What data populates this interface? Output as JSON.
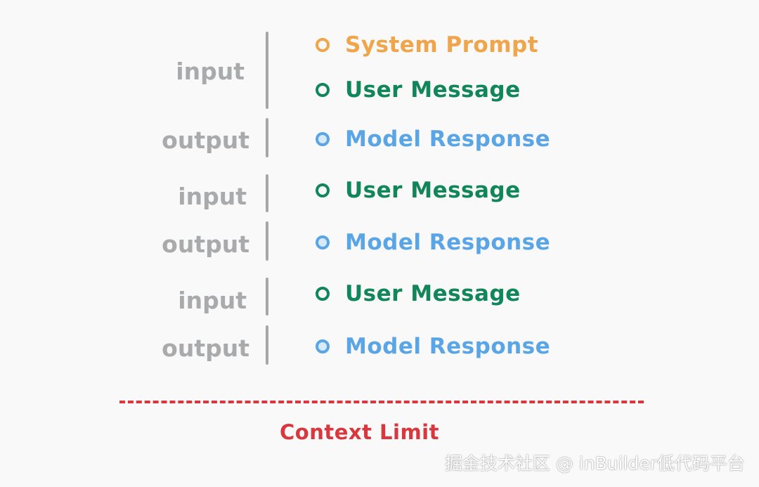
{
  "groups": [
    {
      "label": "input"
    },
    {
      "label": "output"
    },
    {
      "label": "input"
    },
    {
      "label": "output"
    },
    {
      "label": "input"
    },
    {
      "label": "output"
    }
  ],
  "messages": [
    {
      "label": "System Prompt",
      "kind": "system"
    },
    {
      "label": "User Message",
      "kind": "user"
    },
    {
      "label": "Model Response",
      "kind": "model"
    },
    {
      "label": "User Message",
      "kind": "user"
    },
    {
      "label": "Model Response",
      "kind": "model"
    },
    {
      "label": "User Message",
      "kind": "user"
    },
    {
      "label": "Model Response",
      "kind": "model"
    }
  ],
  "context_limit": {
    "label": "Context Limit"
  },
  "watermark": "掘金技术社区 @ inBuilder低代码平台",
  "colors": {
    "system": "#f0a54a",
    "user": "#11865b",
    "model": "#5aa5e6",
    "limit": "#d9363e",
    "label": "#a9aaac"
  }
}
